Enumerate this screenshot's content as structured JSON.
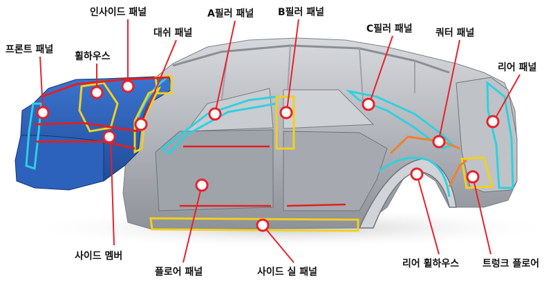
{
  "labels": {
    "front_panel": "프론트 패널",
    "wheelhouse": "휠하우스",
    "inside_panel": "인사이드 패널",
    "dash_panel": "대쉬 패널",
    "a_pillar": "A필러 패널",
    "b_pillar": "B필러 패널",
    "c_pillar": "C필러 패널",
    "quarter_panel": "쿼터 패널",
    "rear_panel": "리어 패널",
    "side_member": "사이드 멤버",
    "floor_panel": "플로어 패널",
    "side_sill_panel": "사이드 실 패널",
    "rear_wheelhouse": "리어 휠하우스",
    "trunk_floor": "트렁크 플로어"
  },
  "colors": {
    "marker": "#e8202a",
    "leader": "#e8202a",
    "outline_cyan": "#2fd0e0",
    "outline_yellow": "#f0d020",
    "outline_red": "#e02020",
    "outline_orange": "#f08030",
    "front_blue": "#2a5fb8",
    "body_gray": "#b9bcc2"
  }
}
